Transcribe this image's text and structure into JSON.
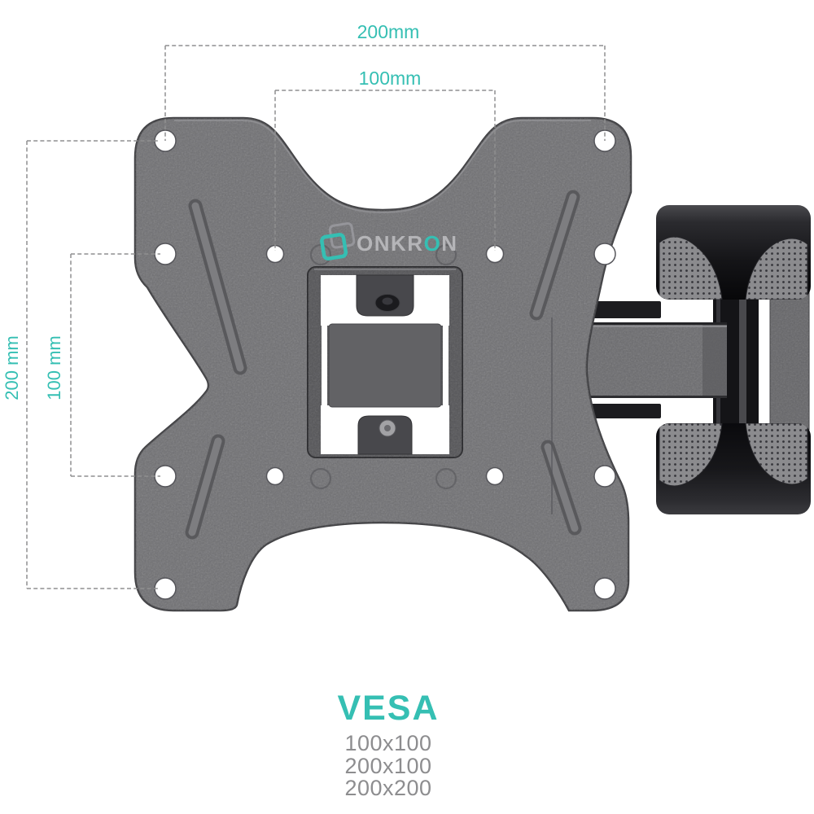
{
  "annotations": {
    "top_200": "200mm",
    "top_100": "100mm",
    "left_200": "200 mm",
    "left_100": "100 mm"
  },
  "logo": {
    "part1": "ONKR",
    "accent": "O",
    "part2": "N"
  },
  "vesa": {
    "title": "VESA",
    "sizes": [
      "100x100",
      "200x100",
      "200x200"
    ]
  },
  "colors": {
    "teal": "#35bfb3",
    "dim_line": "#8f8f90",
    "size_text": "#8d8d8f",
    "logo_text": "#b5b5b8"
  }
}
